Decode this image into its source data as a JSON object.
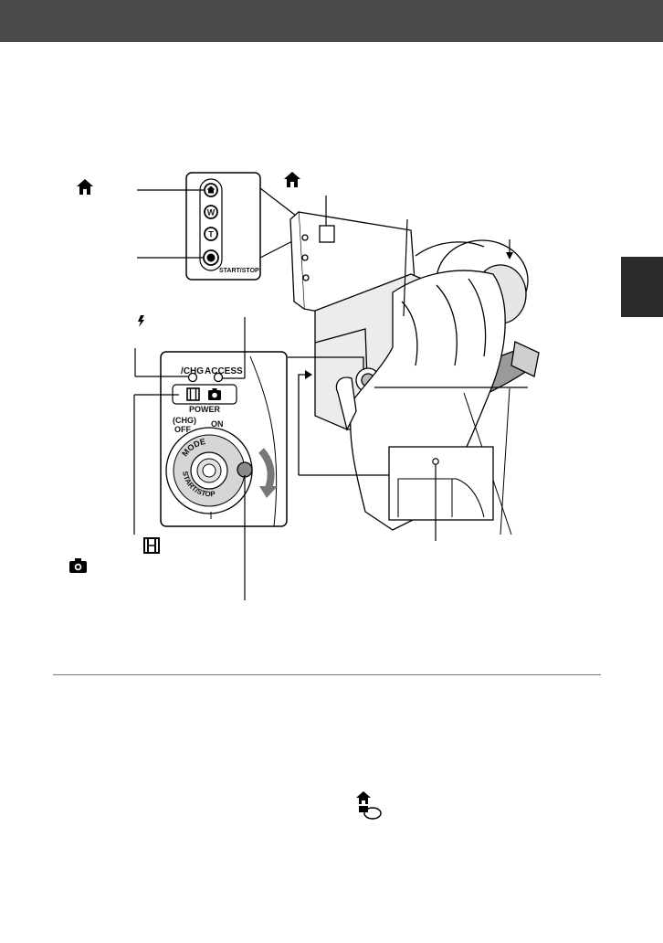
{
  "colors": {
    "header_bar": "#4b4b4b",
    "side_tab": "#2b2b2b",
    "rule": "#7a7a7a"
  },
  "camcorder_panel": {
    "buttons": [
      "W",
      "T"
    ],
    "start_stop_label": "START/STOP"
  },
  "lamp_panel": {
    "chg_label": "/CHG",
    "access_label": "ACCESS",
    "power_label": "POWER",
    "chg_paren_label": "(CHG)",
    "off_label": "OFF",
    "on_label": "ON",
    "mode_label": "MODE",
    "start_stop_label": "START/STOP"
  },
  "icons": [
    "home-icon",
    "flash-icon",
    "movie-icon",
    "camera-icon",
    "home-disc-icon"
  ]
}
